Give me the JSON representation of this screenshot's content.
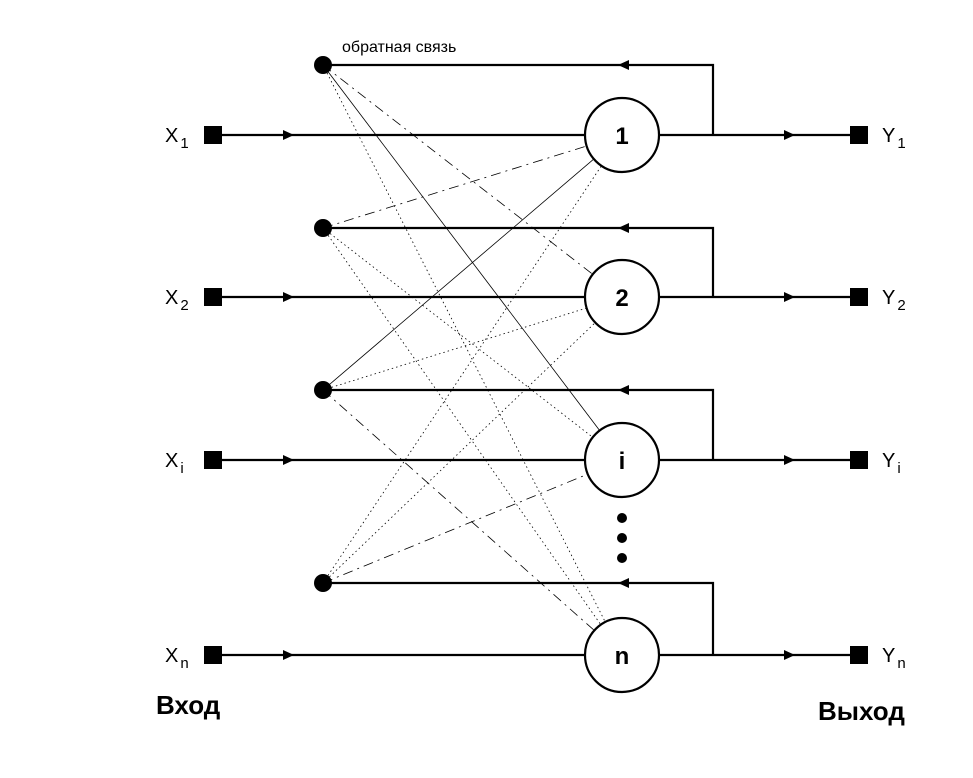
{
  "title": "",
  "feedback_label": "обратная связь",
  "input_caption": "Вход",
  "output_caption": "Выход",
  "inputs": [
    {
      "letter": "X",
      "index": "1"
    },
    {
      "letter": "X",
      "index": "2"
    },
    {
      "letter": "X",
      "index": "i"
    },
    {
      "letter": "X",
      "index": "n"
    }
  ],
  "outputs": [
    {
      "letter": "Y",
      "index": "1"
    },
    {
      "letter": "Y",
      "index": "2"
    },
    {
      "letter": "Y",
      "index": "i"
    },
    {
      "letter": "Y",
      "index": "n"
    }
  ],
  "neurons": [
    "1",
    "2",
    "i",
    "n"
  ],
  "colors": {
    "ink": "#000000",
    "background": "#ffffff"
  }
}
